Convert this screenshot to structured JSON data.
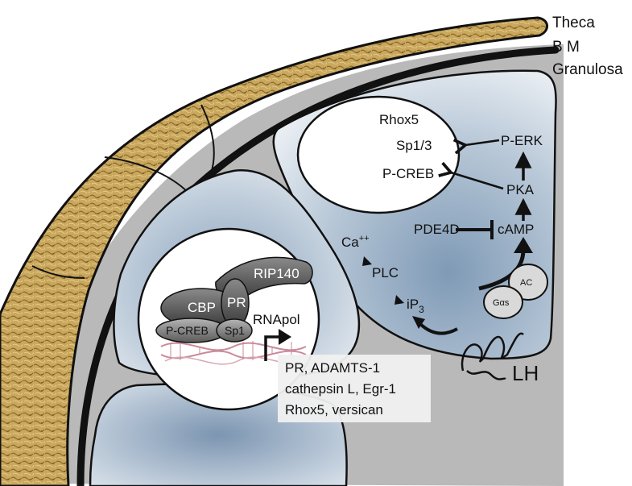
{
  "layers": {
    "theca": "Theca",
    "basement_membrane": "B M",
    "granulosa": "Granulosa"
  },
  "signaling": {
    "rhox5": "Rhox5",
    "sp13": "Sp1/3",
    "p_erk": "P-ERK",
    "p_creb": "P-CREB",
    "pka": "PKA",
    "pde4d": "PDE4D",
    "camp": "cAMP",
    "ca": "Ca",
    "ca_sup": "++",
    "plc": "PLC",
    "ip3_i": "iP",
    "ip3_sub": "3",
    "ac": "AC",
    "gas": "Gαs",
    "lh": "LH"
  },
  "nucleus": {
    "rip140": "RIP140",
    "cbp": "CBP",
    "pr": "PR",
    "p_creb": "P-CREB",
    "sp1": "Sp1",
    "rnapol": "RNApol"
  },
  "target_genes": [
    "PR, ADAMTS-1",
    "cathepsin L, Egr-1",
    "Rhox5, versican"
  ],
  "colors": {
    "theca": "#c9a75d",
    "cell_blue": "#9db4cc",
    "cell_light": "#e9eef3",
    "gap_grey": "#b9b9b9",
    "outline": "#111111",
    "protein_dark": "#4a4a4a",
    "dna_pink": "#c98a9a"
  }
}
